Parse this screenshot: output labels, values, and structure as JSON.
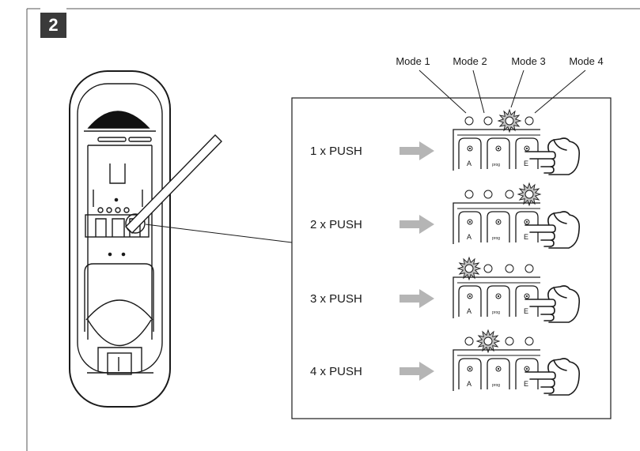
{
  "step_number": "2",
  "mode_labels": [
    "Mode 1",
    "Mode 2",
    "Mode 3",
    "Mode 4"
  ],
  "rows": [
    {
      "push_label": "1 x PUSH",
      "active_mode": 3
    },
    {
      "push_label": "2 x PUSH",
      "active_mode": 4
    },
    {
      "push_label": "3 x PUSH",
      "active_mode": 1
    },
    {
      "push_label": "4 x PUSH",
      "active_mode": 2
    }
  ],
  "button_labels": {
    "left": "A",
    "middle": "prog",
    "right": "E"
  },
  "colors": {
    "line": "#1a1a1a",
    "arrow": "#b5b5b5",
    "burst": "#c2c2c2",
    "badge": "#3a3a3a",
    "device_top": "#111111"
  }
}
